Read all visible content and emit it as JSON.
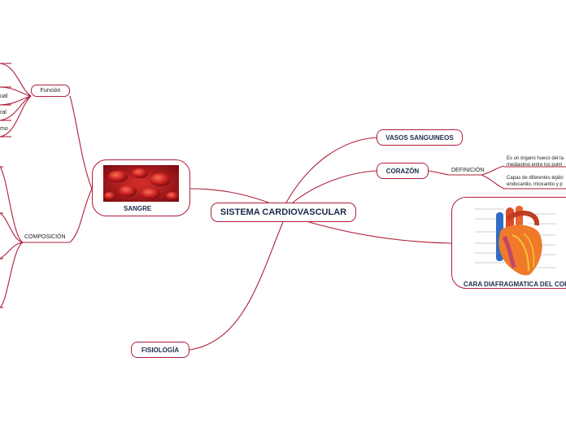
{
  "central": {
    "label": "SISTEMA CARDIOVASCULAR"
  },
  "topics": {
    "vasos": "VASOS SANGUINEOS",
    "corazon": "CORAZÓN",
    "fisiologia": "FISIOLOGÍA",
    "sangre": "SANGRE",
    "cara": "CARA DIAFRAGMATICA DEL CORAZÓN"
  },
  "sangre_branches": {
    "funcion": "Función",
    "composicion": "COMPOSICIÓN",
    "funcion_children": [
      "ual",
      "ral",
      "mo"
    ]
  },
  "corazon_branches": {
    "definicion": "DEFINICIÓN",
    "def_texts": [
      "Es un órgano hueco del ta\nmediastino entre los pulm",
      "Capas de diferentes tejido\nendocardio, miocardio y p"
    ]
  },
  "colors": {
    "line": "#b01e3a",
    "text_dark": "#1b2a4a",
    "blood": "#b3161f"
  }
}
